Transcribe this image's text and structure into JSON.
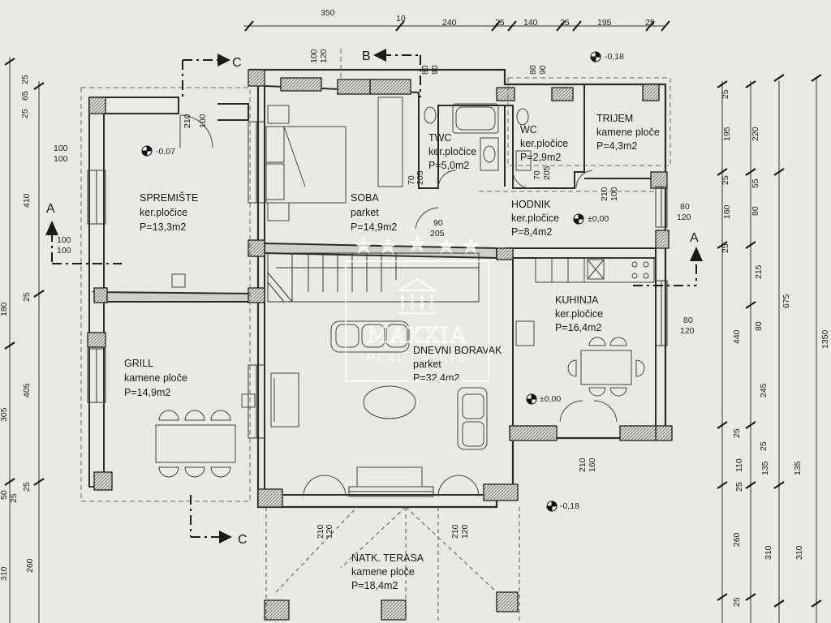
{
  "rooms": {
    "spremiste": {
      "name": "SPREMIŠTE",
      "floor": "ker.pločice",
      "area": "P=13,3m2"
    },
    "grill": {
      "name": "GRILL",
      "floor": "kamene ploče",
      "area": "P=14,9m2"
    },
    "soba": {
      "name": "SOBA",
      "floor": "parket",
      "area": "P=14,9m2"
    },
    "twc": {
      "name": "TWC",
      "floor": "ker.pločice",
      "area": "P=5,0m2"
    },
    "wc": {
      "name": "WC",
      "floor": "ker.pločice",
      "area": "P=2,9m2"
    },
    "trijem": {
      "name": "TRIJEM",
      "floor": "kamene ploče",
      "area": "P=4,3m2"
    },
    "hodnik": {
      "name": "HODNIK",
      "floor": "ker.pločice",
      "area": "P=8,4m2"
    },
    "kuhinja": {
      "name": "KUHINJA",
      "floor": "ker.pločice",
      "area": "P=16,4m2"
    },
    "dnevni": {
      "name": "DNEVNI BORAVAK",
      "floor": "parket",
      "area": "P=32,4m2"
    },
    "terasa": {
      "name": "NATK. TERASA",
      "floor": "kamene ploče",
      "area": "P=18,4m2"
    }
  },
  "levels": {
    "spremiste": "-0,07",
    "trijem": "-0,18",
    "hodnik": "±0,00",
    "dnevni": "±0,00",
    "terasa": "-0,18"
  },
  "sections": {
    "c_top": "C",
    "b_top": "B",
    "a_left": "A",
    "a_right": "A",
    "c_bottom": "C"
  },
  "top_dims": {
    "d350": "350",
    "d10": "10",
    "d240": "240",
    "d25a": "25",
    "d140": "140",
    "d25b": "25",
    "d195": "195",
    "d25c": "25"
  },
  "right_dims_outer": {
    "d25": "25",
    "d195": "195",
    "d25b": "25",
    "d160": "160",
    "d25c": "25",
    "d440": "440",
    "d25d": "25",
    "d260": "260",
    "d25e": "25"
  },
  "right_dims_mid": {
    "d220": "220",
    "d55": "55",
    "d80": "80",
    "d215": "215",
    "d80b": "80",
    "d245": "245",
    "d110": "110",
    "d25": "25",
    "d310": "310",
    "d25b": "25"
  },
  "right_dims_inner": {
    "d675": "675",
    "d135": "135",
    "d310": "310"
  },
  "right_dims_total": {
    "d1350": "1350"
  },
  "left_dims": {
    "d25": "25",
    "d65": "65",
    "d25b": "25",
    "d410": "410",
    "d25c": "25",
    "d405": "405",
    "d305": "305",
    "d25d": "25",
    "d50": "50",
    "d25e": "25",
    "d310": "310",
    "d260": "260",
    "d180": "180"
  },
  "openings": {
    "w100_120_top": "100",
    "w120_top": "120",
    "w80_90": "80",
    "w90_top": "90",
    "w80_top2": "80",
    "w90_top2": "90",
    "w80_120_a": "80",
    "w120_a": "120",
    "w80_120_b": "80",
    "w120_b": "120",
    "d100_100_a": "100",
    "d100_100_b": "100",
    "d100_100_c": "100",
    "d100_100_d": "100",
    "d90_205": "90",
    "d205": "205",
    "d70_205": "70",
    "d205b": "205",
    "d70_205b": "70",
    "d205c": "205",
    "d100_210": "100",
    "d210": "210",
    "d100_210b": "100",
    "d210b": "210",
    "d160_210": "160",
    "d210c": "210",
    "d120_210a": "120",
    "d210d": "210",
    "d120_210b": "120",
    "d210e": "210"
  },
  "watermark": {
    "brand": "MAXXIA",
    "sub": "REAL ESTATE"
  },
  "colors": {
    "paper": "#e9e9e6",
    "wall": "#2b2b2b",
    "line": "#3a3a3a",
    "watermark": "#ffffff"
  }
}
